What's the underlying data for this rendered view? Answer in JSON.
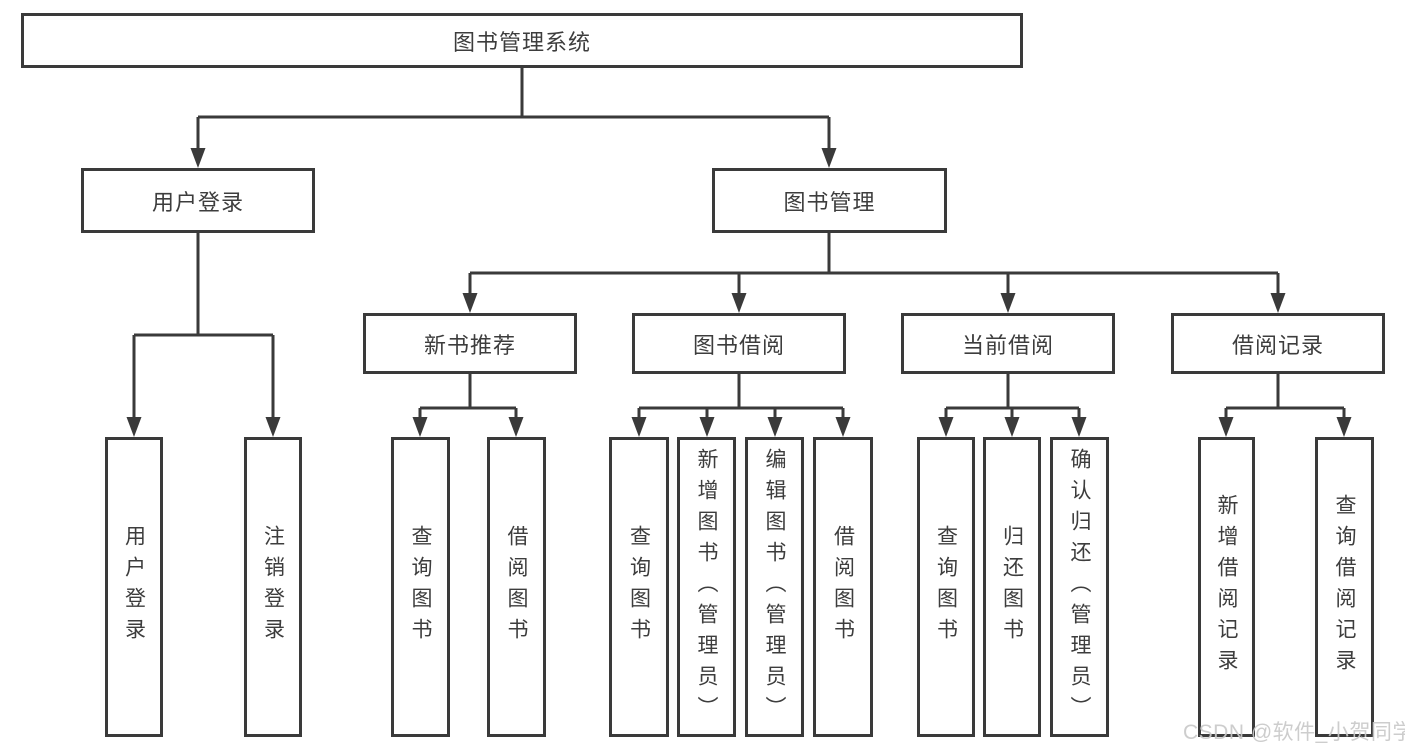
{
  "tree": {
    "label": "图书管理系统",
    "children": [
      {
        "label": "用户登录",
        "children": [
          {
            "label": "用户登录"
          },
          {
            "label": "注销登录"
          }
        ]
      },
      {
        "label": "图书管理",
        "children": [
          {
            "label": "新书推荐",
            "children": [
              {
                "label": "查询图书"
              },
              {
                "label": "借阅图书"
              }
            ]
          },
          {
            "label": "图书借阅",
            "children": [
              {
                "label": "查询图书"
              },
              {
                "label": "新增图书（管理员）"
              },
              {
                "label": "编辑图书（管理员）"
              },
              {
                "label": "借阅图书"
              }
            ]
          },
          {
            "label": "当前借阅",
            "children": [
              {
                "label": "查询图书"
              },
              {
                "label": "归还图书"
              },
              {
                "label": "确认归还（管理员）"
              }
            ]
          },
          {
            "label": "借阅记录",
            "children": [
              {
                "label": "新增借阅记录"
              },
              {
                "label": "查询借阅记录"
              }
            ]
          }
        ]
      }
    ]
  },
  "watermark": {
    "text": "CSDN @软件_小贺同学"
  },
  "colors": {
    "line": "#3a3a3a",
    "box_border": "#3a3a3a",
    "box_background": "#ffffff",
    "text": "#3d3d3d",
    "watermark": "#c9c9c9"
  }
}
